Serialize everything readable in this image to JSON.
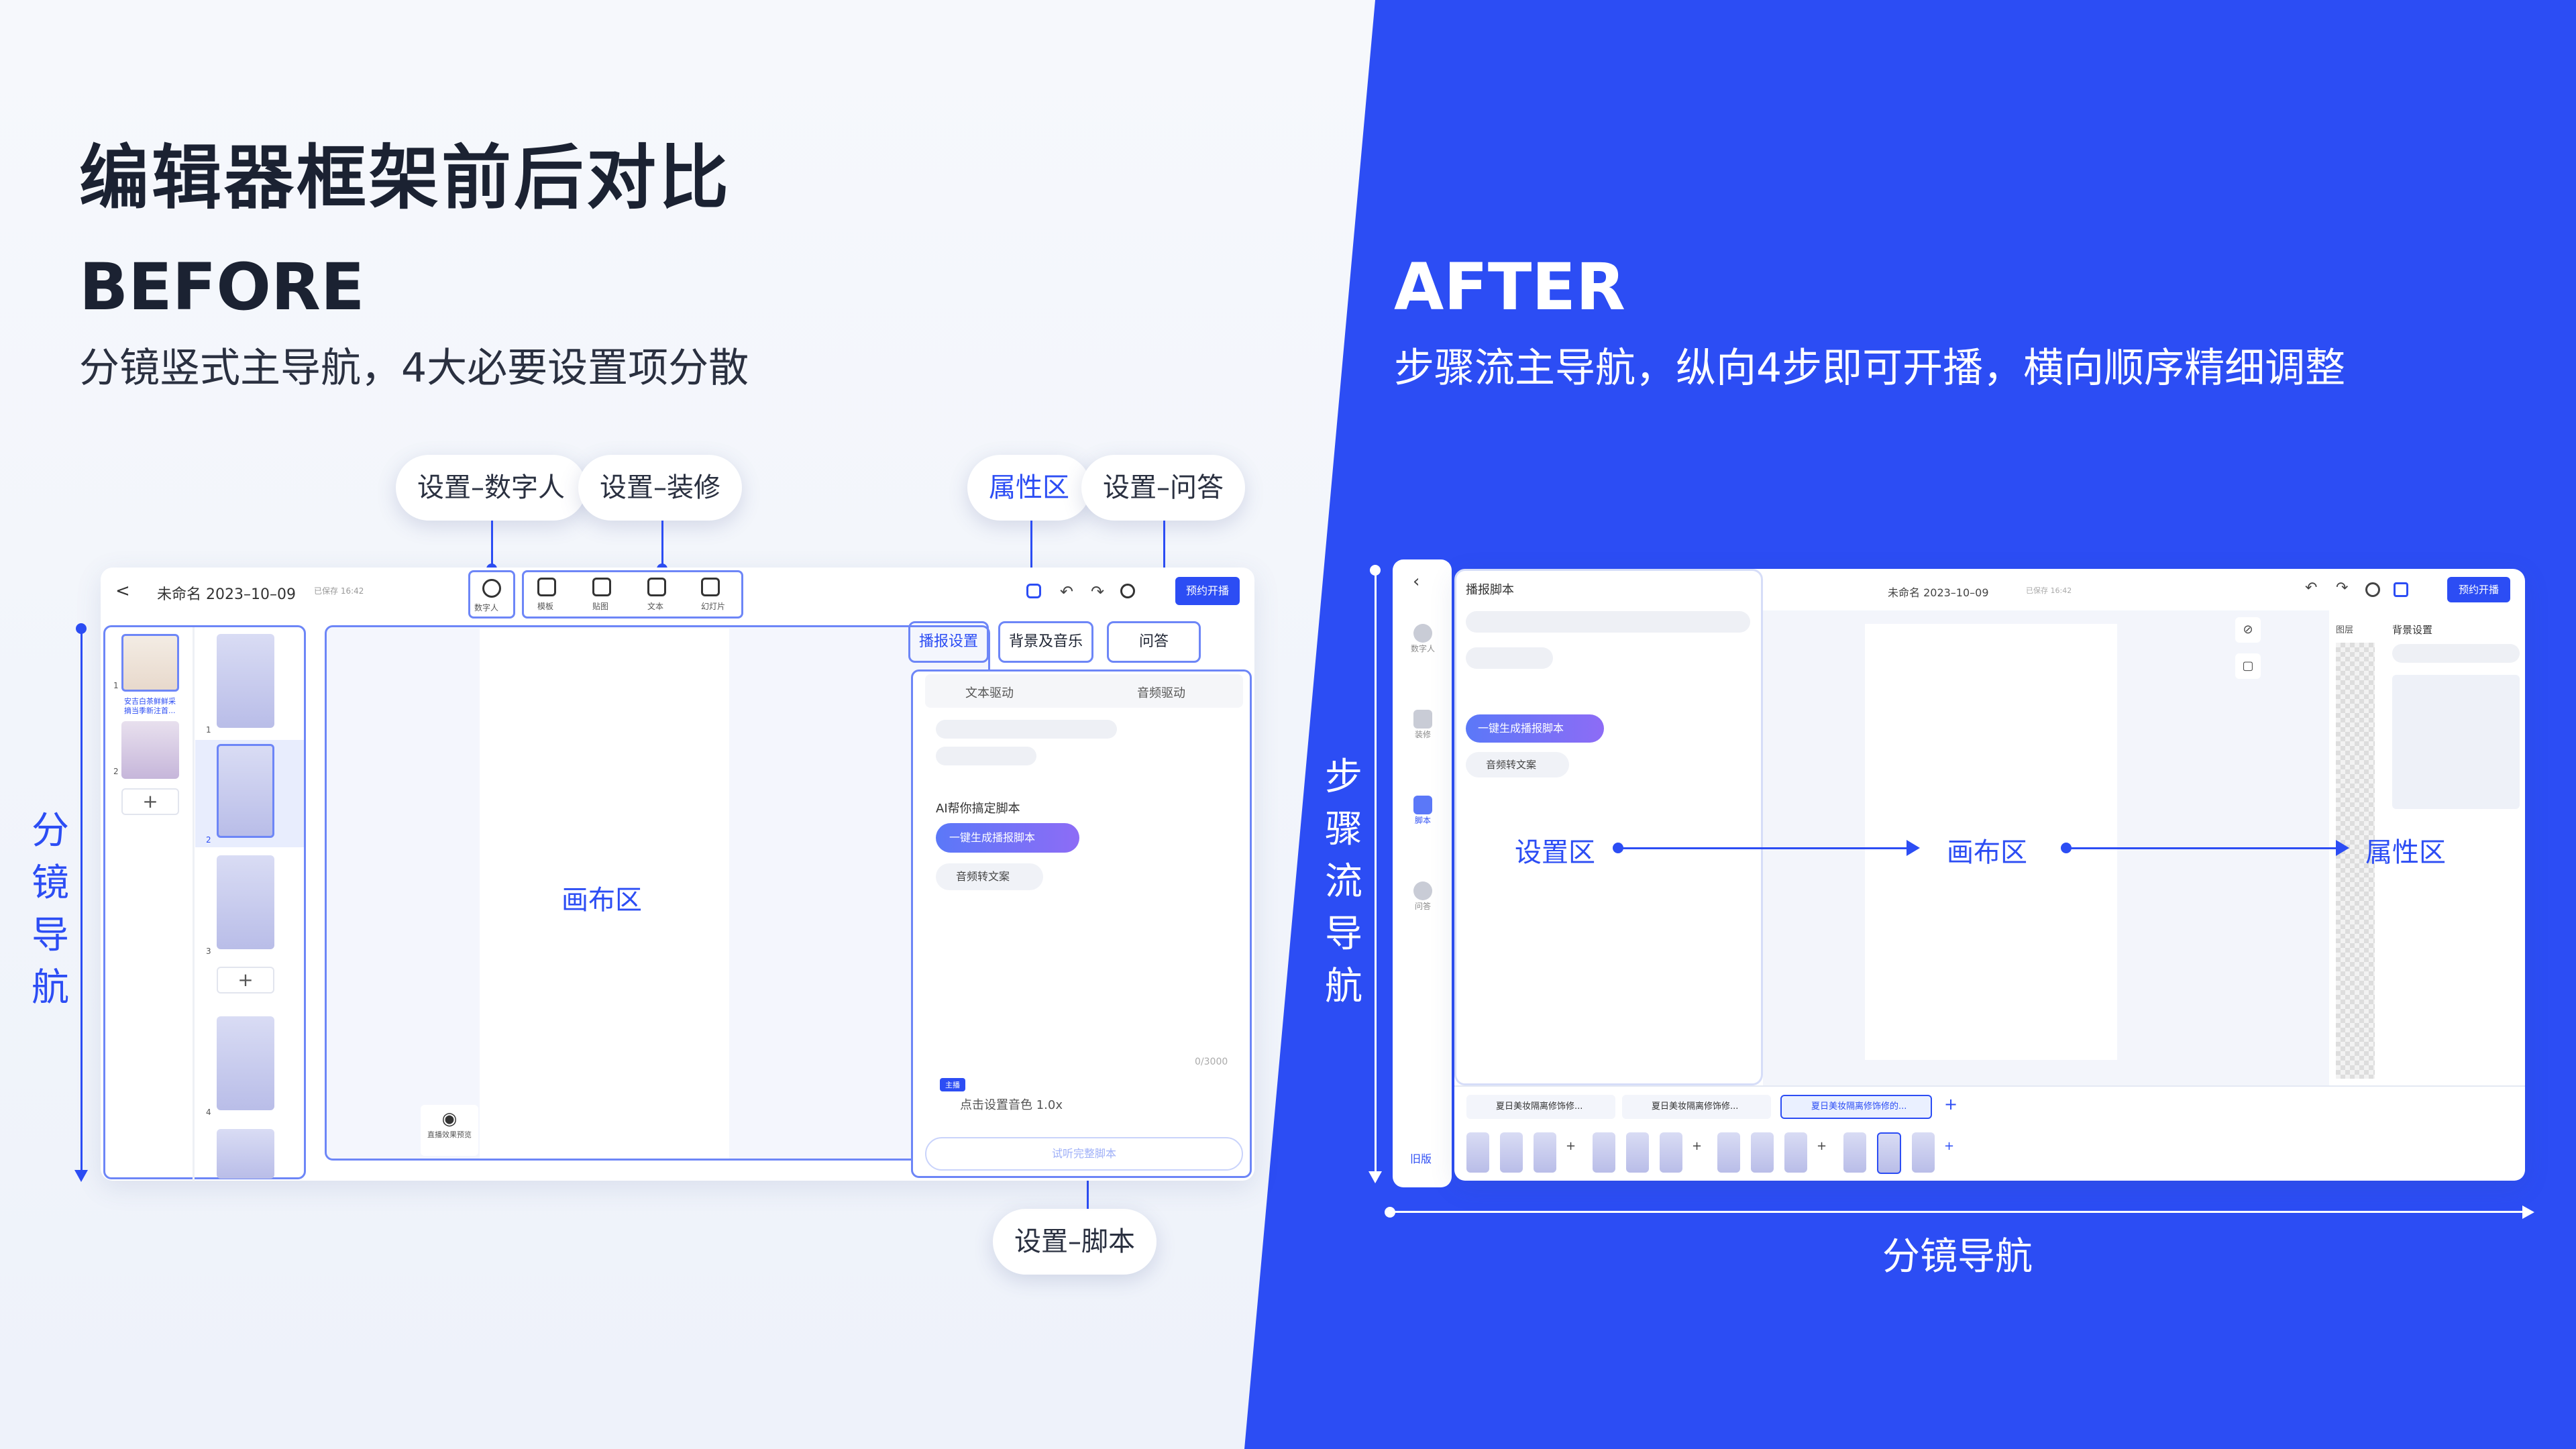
{
  "header": {
    "title": "编辑器框架前后对比",
    "before_heading": "BEFORE",
    "before_sub": "分镜竖式主导航，4大必要设置项分散",
    "after_heading": "AFTER",
    "after_sub": "步骤流主导航，纵向4步即可开播，横向顺序精细调整"
  },
  "before": {
    "callouts": {
      "digital_human": "设置–数字人",
      "decoration": "设置–装修",
      "property_area": "属性区",
      "qa": "设置–问答",
      "script": "设置–脚本"
    },
    "side_label": [
      "分",
      "镜",
      "导",
      "航"
    ],
    "topbar": {
      "back": "<",
      "doc_name": "未命名 2023–10–09",
      "saved": "已保存 16:42",
      "publish_btn": "预约开播"
    },
    "toolbar": [
      {
        "icon": "person-icon",
        "label": "数字人"
      },
      {
        "icon": "template-icon",
        "label": "模板"
      },
      {
        "icon": "sticker-icon",
        "label": "贴图"
      },
      {
        "icon": "text-icon",
        "label": "文本"
      },
      {
        "icon": "slide-icon",
        "label": "幻灯片"
      }
    ],
    "scenes": [
      {
        "num": "1",
        "caption": "安吉白茶鲜鲜采摘当季新注首..."
      },
      {
        "num": "2",
        "caption": ""
      }
    ],
    "add": "+",
    "frames": [
      "1",
      "2",
      "3",
      "4"
    ],
    "canvas_label": "画布区",
    "preview_label": "直播效果预览",
    "tabs": [
      "播报设置",
      "背景及音乐",
      "问答"
    ],
    "drive_tabs": [
      "文本驱动",
      "音频驱动"
    ],
    "ai_hint": "AI帮你搞定脚本",
    "ai_button": "一键生成播报脚本",
    "audio_button": "音频转文案",
    "counter": "0/3000",
    "anchor_tag": "主播",
    "voice_setting": "点击设置音色 1.0x",
    "try_listen": "试听完整脚本"
  },
  "after": {
    "side_label": [
      "步",
      "骤",
      "流",
      "导",
      "航"
    ],
    "bottom_label": "分镜导航",
    "steps": [
      {
        "icon": "person-icon",
        "label": "数字人"
      },
      {
        "icon": "layers-icon",
        "label": "装修"
      },
      {
        "icon": "script-icon",
        "label": "脚本"
      },
      {
        "icon": "chat-icon",
        "label": "问答"
      }
    ],
    "old_version": "旧版",
    "panel_title": "播报脚本",
    "ai_button": "一键生成播报脚本",
    "audio_button": "音频转文案",
    "doc_name": "未命名 2023–10–09",
    "saved": "已保存 16:42",
    "publish_btn": "预约开播",
    "layers": "图层",
    "bg_setting": "背景设置",
    "zones": {
      "setting": "设置区",
      "canvas": "画布区",
      "property": "属性区"
    },
    "scene_tabs": [
      "夏日美妆隔离修饰修...",
      "夏日美妆隔离修饰修...",
      "夏日美妆隔离修饰修的..."
    ],
    "add": "+"
  }
}
